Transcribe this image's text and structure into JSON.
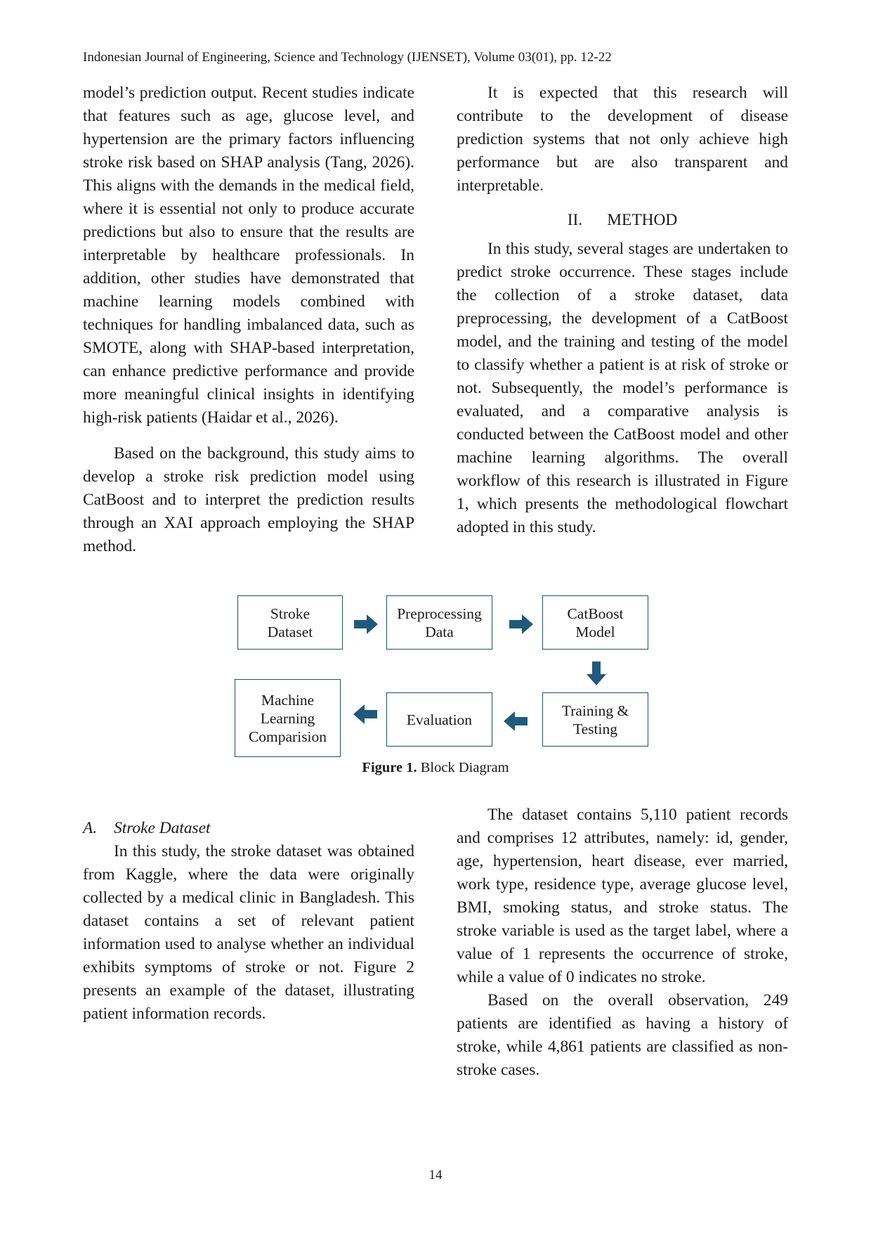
{
  "header": "Indonesian Journal of Engineering, Science and Technology (IJENSET), Volume 03(01), pp. 12-22",
  "left_col_top": {
    "p1": "model’s prediction output. Recent studies indicate that features such as age, glucose level, and hypertension are the primary factors influencing stroke risk based on SHAP analysis (Tang, 2026). This aligns with the demands in the medical field, where it is essential not only to produce accurate predictions but also to ensure that the results are interpretable by healthcare professionals. In addition, other studies have demonstrated that machine learning models combined with techniques for handling imbalanced data, such as SMOTE, along with SHAP-based interpretation, can enhance predictive performance and provide more meaningful clinical insights in identifying high-risk patients (Haidar et al., 2026).",
    "p2": "Based on the background, this study aims to develop a stroke risk prediction model using CatBoost and to interpret the prediction results through an XAI approach employing the SHAP method."
  },
  "right_col_top": {
    "p1": "It is expected that this research will contribute to the development of disease prediction systems that not only achieve high performance but are also transparent and interpretable.",
    "section_title": "II.      METHOD",
    "p2": "In this study, several stages are undertaken to predict stroke occurrence. These stages include the collection of a stroke dataset, data preprocessing, the development of a CatBoost model, and the training and testing of the model to classify whether a patient is at risk of stroke or not. Subsequently, the model’s performance is evaluated, and a comparative analysis is conducted between the CatBoost model and other machine learning algorithms. The overall workflow of this research is illustrated in Figure 1, which presents the methodological flowchart adopted in this study."
  },
  "figure1": {
    "boxes": {
      "stroke_dataset": "Stroke\nDataset",
      "preprocessing": "Preprocessing\nData",
      "catboost": "CatBoost\nModel",
      "training": "Training &\nTesting",
      "evaluation": "Evaluation",
      "ml_comparison": "Machine\nLearning\nComparision"
    },
    "caption_label": "Figure 1.",
    "caption_text": " Block Diagram",
    "arrow_color": "#1f5a7a"
  },
  "left_col_bottom": {
    "sub_letter": "A.",
    "sub_title": "Stroke Dataset",
    "p1": "In this study, the stroke dataset was obtained from Kaggle, where the data were originally collected by a medical clinic in Bangladesh. This dataset contains a set of relevant patient information used to analyse whether an individual exhibits symptoms of stroke or not. Figure 2 presents an example of the dataset, illustrating patient information records."
  },
  "right_col_bottom": {
    "p1": "The dataset contains 5,110 patient records and comprises 12 attributes, namely: id, gender, age, hypertension, heart disease, ever married, work type, residence type, average glucose level, BMI, smoking status, and stroke status. The stroke variable is used as the target label, where a value of 1 represents the occurrence of stroke, while a value of 0 indicates no stroke.",
    "p2": "Based on the overall observation, 249 patients are identified as having a history of stroke, while 4,861 patients are classified as non-stroke cases."
  },
  "page_number": "14"
}
